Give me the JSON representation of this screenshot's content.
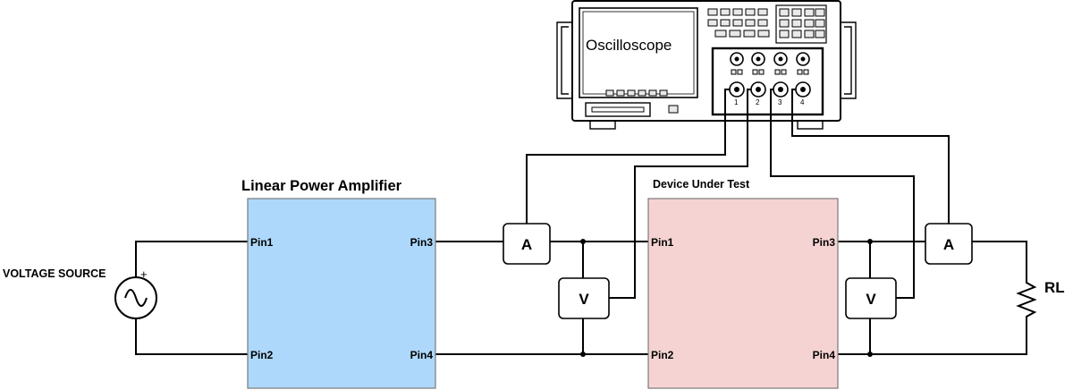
{
  "oscilloscope": {
    "screen_label": "Oscilloscope",
    "channels": [
      "1",
      "2",
      "3",
      "4"
    ]
  },
  "amplifier": {
    "title": "Linear Power Amplifier",
    "pin1": "Pin1",
    "pin2": "Pin2",
    "pin3": "Pin3",
    "pin4": "Pin4",
    "fill_color": "#add8fb"
  },
  "dut": {
    "title": "Device Under Test",
    "pin1": "Pin1",
    "pin2": "Pin2",
    "pin3": "Pin3",
    "pin4": "Pin4",
    "fill_color": "#f5d3d3"
  },
  "source": {
    "label": "VOLTAGE SOURCE",
    "polarity": "+"
  },
  "meters": {
    "ammeter_in": "A",
    "voltmeter_in": "V",
    "voltmeter_out": "V",
    "ammeter_out": "A"
  },
  "load": {
    "label": "RL"
  }
}
